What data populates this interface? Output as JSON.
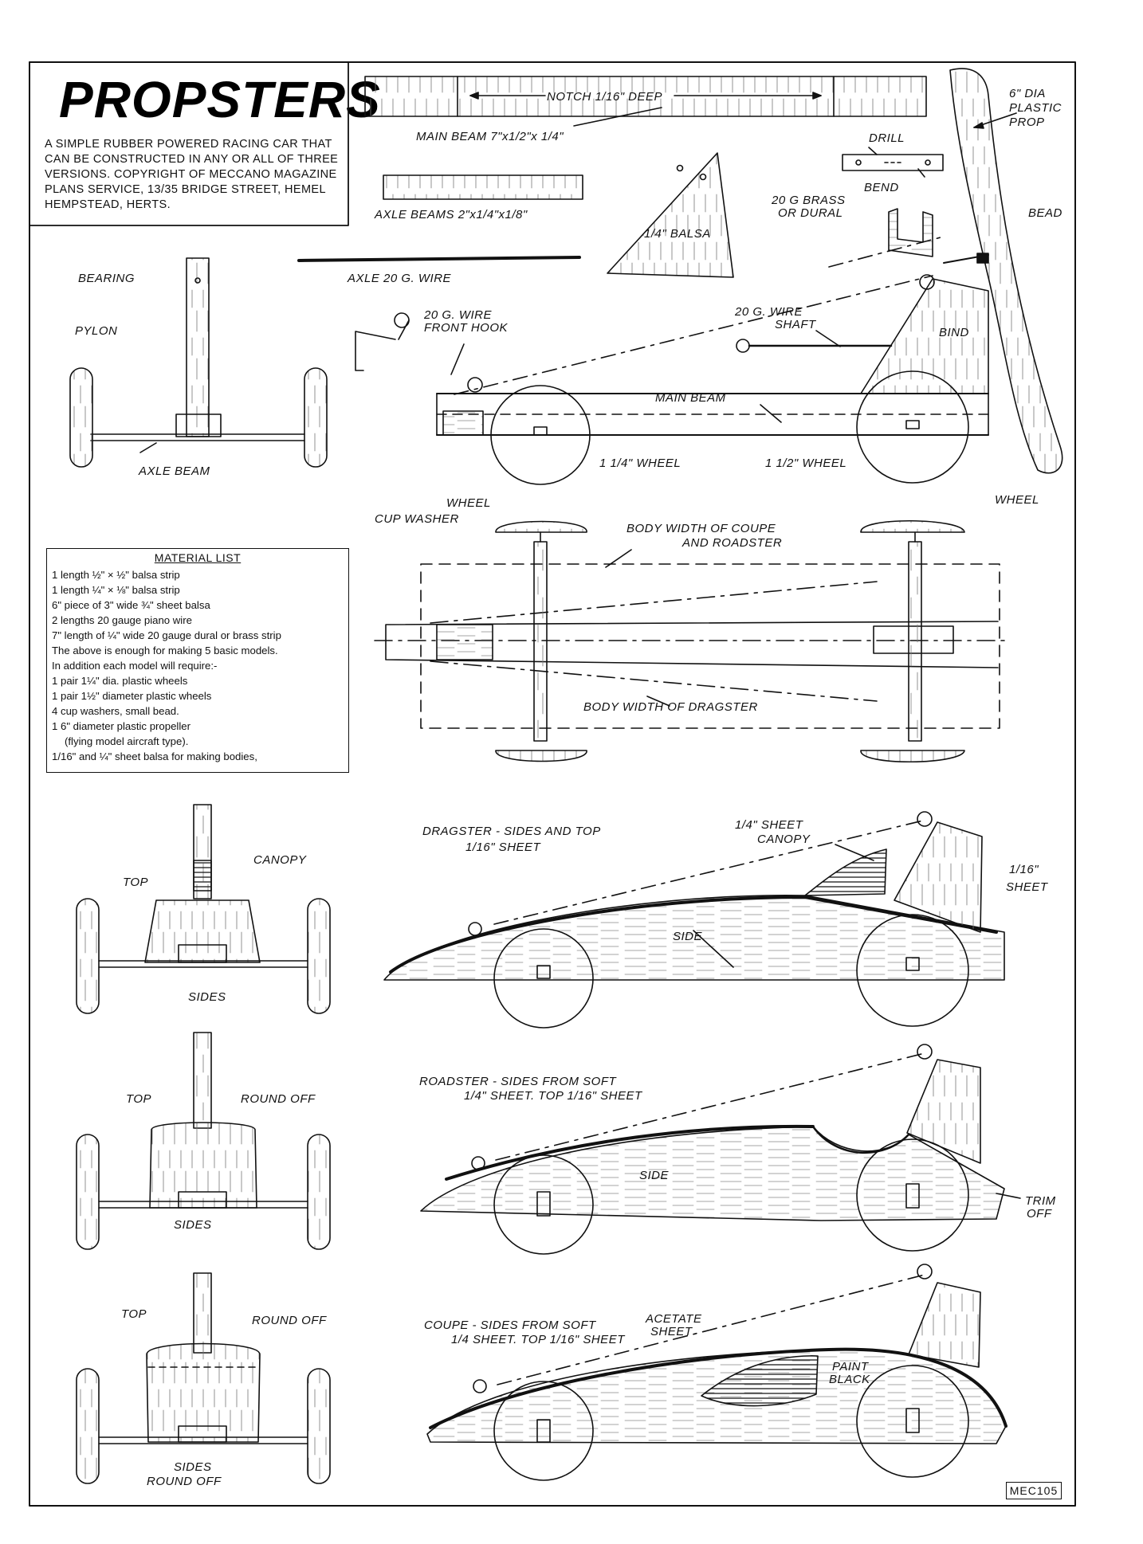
{
  "header": {
    "title": "PROPSTERS",
    "description": "A SIMPLE RUBBER POWERED RACING CAR THAT CAN BE CONSTRUCTED IN ANY OR ALL OF THREE VERSIONS. COPYRIGHT OF MECCANO MAGAZINE PLANS SERVICE, 13/35 BRIDGE STREET, HEMEL HEMPSTEAD, HERTS."
  },
  "material_list": {
    "title": "MATERIAL LIST",
    "items": [
      "1 length ½\" × ½\" balsa strip",
      "1 length ¼\" × ⅛\" balsa strip",
      "6\" piece of 3\" wide ¾\" sheet balsa",
      "2 lengths 20 gauge piano wire",
      "7\" length of ¼\" wide 20 gauge dural or brass strip",
      "The above is enough for making 5 basic models.",
      "In addition each model will require:-",
      "1 pair 1¼\" dia. plastic wheels",
      "1 pair 1½\" diameter plastic wheels",
      "4 cup washers, small bead.",
      "1 6\" diameter plastic propeller",
      "(flying model aircraft type).",
      "1/16\" and ¼\" sheet balsa for making bodies,"
    ]
  },
  "labels": {
    "notch": "NOTCH 1/16\" DEEP",
    "main_beam_size": "MAIN BEAM 7\"x1/2\"x 1/4\"",
    "axle_beams": "AXLE BEAMS 2\"x1/4\"x1/8\"",
    "quarter_balsa": "1/4\" BALSA",
    "prop_l1": "6\" DIA",
    "prop_l2": "PLASTIC",
    "prop_l3": "PROP",
    "drill": "DRILL",
    "bend": "BEND",
    "brass_l1": "20 G BRASS",
    "brass_l2": "OR DURAL",
    "bead": "BEAD",
    "bind": "BIND",
    "axle_wire": "AXLE 20 G. WIRE",
    "bearing": "BEARING",
    "pylon": "PYLON",
    "axle_beam": "AXLE BEAM",
    "front_hook_l1": "20 G. WIRE",
    "front_hook_l2": "FRONT HOOK",
    "shaft_l1": "20 G. WIRE",
    "shaft_l2": "SHAFT",
    "main_beam": "MAIN BEAM",
    "wheel_114": "1 1/4\" WHEEL",
    "wheel_112": "1 1/2\" WHEEL",
    "wheel_left": "WHEEL",
    "wheel_right": "WHEEL",
    "cup_washer": "CUP WASHER",
    "body_width_l1": "BODY WIDTH OF COUPE",
    "body_width_l2": "AND ROADSTER",
    "body_width_dragster": "BODY WIDTH OF DRAGSTER",
    "dragster_title_l1": "DRAGSTER - SIDES AND TOP",
    "dragster_title_l2": "1/16\" SHEET",
    "canopy_sheet_l1": "1/4\" SHEET",
    "canopy_sheet_l2": "CANOPY",
    "sheet116_l1": "1/16\"",
    "sheet116_l2": "SHEET",
    "side": "SIDE",
    "canopy": "CANOPY",
    "top": "TOP",
    "sides": "SIDES",
    "round_off": "ROUND OFF",
    "roadster_title_l1": "ROADSTER - SIDES FROM SOFT",
    "roadster_title_l2": "1/4\" SHEET. TOP 1/16\" SHEET",
    "trim_l1": "TRIM",
    "trim_l2": "OFF",
    "coupe_title_l1": "COUPE - SIDES FROM SOFT",
    "coupe_title_l2": "1/4 SHEET. TOP 1/16\" SHEET",
    "acetate_l1": "ACETATE",
    "acetate_l2": "SHEET",
    "paint_l1": "PAINT",
    "paint_l2": "BLACK"
  },
  "footer": {
    "code": "MEC105"
  }
}
